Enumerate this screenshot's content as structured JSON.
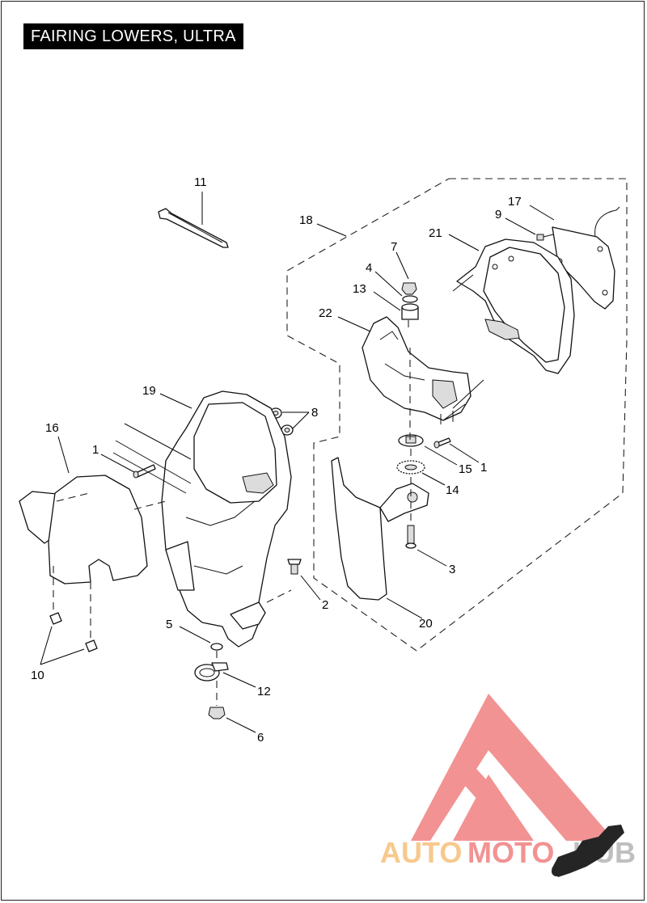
{
  "title": "FAIRING LOWERS, ULTRA",
  "callouts": [
    {
      "id": "c11",
      "label": "11"
    },
    {
      "id": "c18",
      "label": "18"
    },
    {
      "id": "c17",
      "label": "17"
    },
    {
      "id": "c9",
      "label": "9"
    },
    {
      "id": "c21",
      "label": "21"
    },
    {
      "id": "c7",
      "label": "7"
    },
    {
      "id": "c4",
      "label": "4"
    },
    {
      "id": "c13",
      "label": "13"
    },
    {
      "id": "c22",
      "label": "22"
    },
    {
      "id": "c19",
      "label": "19"
    },
    {
      "id": "c8",
      "label": "8"
    },
    {
      "id": "c16",
      "label": "16"
    },
    {
      "id": "c1a",
      "label": "1"
    },
    {
      "id": "c15",
      "label": "15"
    },
    {
      "id": "c1b",
      "label": "1"
    },
    {
      "id": "c14",
      "label": "14"
    },
    {
      "id": "c3",
      "label": "3"
    },
    {
      "id": "c2",
      "label": "2"
    },
    {
      "id": "c20",
      "label": "20"
    },
    {
      "id": "c5",
      "label": "5"
    },
    {
      "id": "c12",
      "label": "12"
    },
    {
      "id": "c10",
      "label": "10"
    },
    {
      "id": "c6",
      "label": "6"
    }
  ],
  "watermark": {
    "part1": "AUTO",
    "part2": "MOTO",
    "part3": "HUB",
    "colors": {
      "auto": "#f6c07a",
      "moto": "#f08080",
      "hub": "#b5b5b5"
    }
  }
}
